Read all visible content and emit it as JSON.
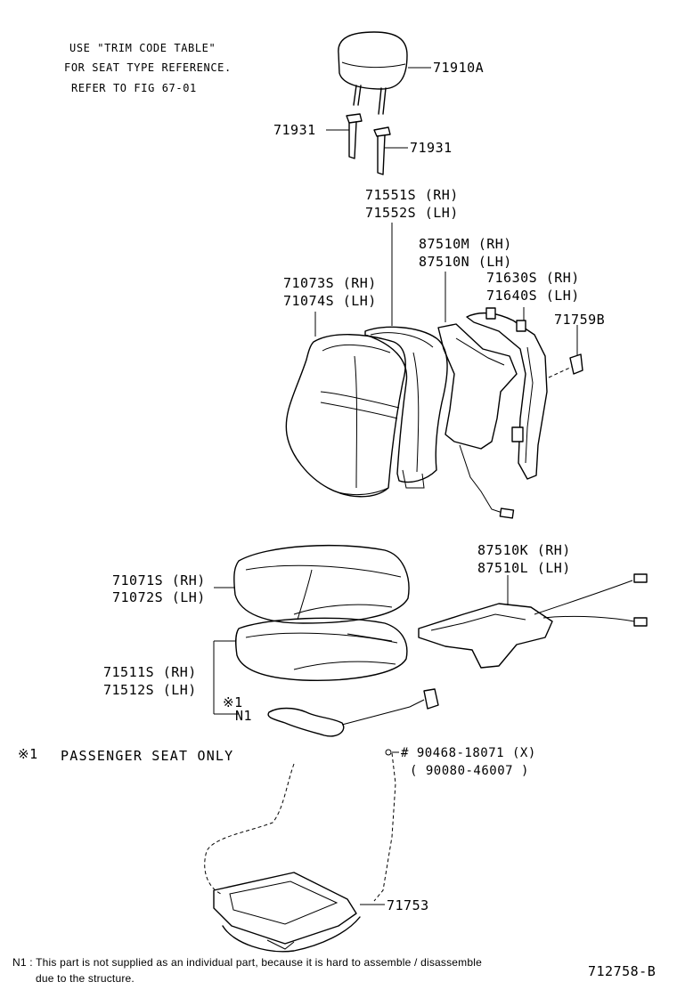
{
  "notes": {
    "line1": "USE \"TRIM CODE TABLE\"",
    "line2": "FOR SEAT TYPE REFERENCE.",
    "line3": "REFER TO FIG 67-01"
  },
  "parts": {
    "headrest": "71910A",
    "support_left": "71931",
    "support_right": "71931",
    "back_pad_rh": "71551S (RH)",
    "back_pad_lh": "71552S (LH)",
    "heater_back_rh": "87510M (RH)",
    "heater_back_lh": "87510N (LH)",
    "back_cover_rh": "71073S (RH)",
    "back_cover_lh": "71074S (LH)",
    "back_frame_rh": "71630S (RH)",
    "back_frame_lh": "71640S (LH)",
    "clip": "71759B",
    "cushion_cover_rh": "71071S (RH)",
    "cushion_cover_lh": "71072S (LH)",
    "heater_cushion_rh": "87510K (RH)",
    "heater_cushion_lh": "87510L (LH)",
    "cushion_pad_rh": "71511S (RH)",
    "cushion_pad_lh": "71512S (LH)",
    "ref_mark": "※1",
    "sensor": "N1",
    "bolt": "# 90468-18071 (X)",
    "bolt_alt": "( 90080-46007 )",
    "cushion_frame": "71753"
  },
  "legend": {
    "mark": "※1",
    "text": "PASSENGER SEAT ONLY"
  },
  "footnote": {
    "line1": "N1 : This part is not supplied as an individual part, because it is hard to assemble / disassemble",
    "line2": "due to the structure."
  },
  "figure_id": "712758-B"
}
